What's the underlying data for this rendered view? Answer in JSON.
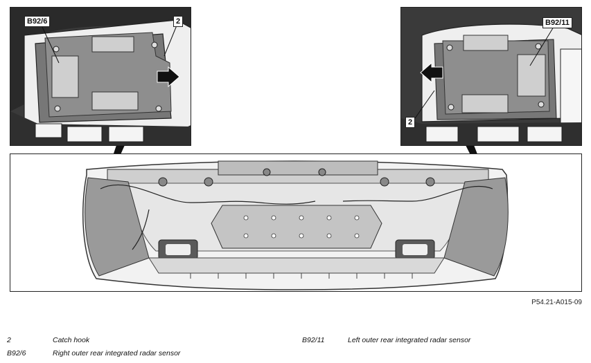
{
  "callouts": {
    "left_inset_label": "B92/6",
    "left_inset_hook": "2",
    "right_inset_label": "B92/11",
    "right_inset_hook": "2"
  },
  "figure_code": "P54.21-A015-09",
  "legend": [
    {
      "key": "2",
      "text": "Catch hook"
    },
    {
      "key": "B92/6",
      "text": "Right outer rear integrated radar sensor"
    },
    {
      "key": "B92/11",
      "text": "Left outer rear integrated radar sensor"
    }
  ]
}
